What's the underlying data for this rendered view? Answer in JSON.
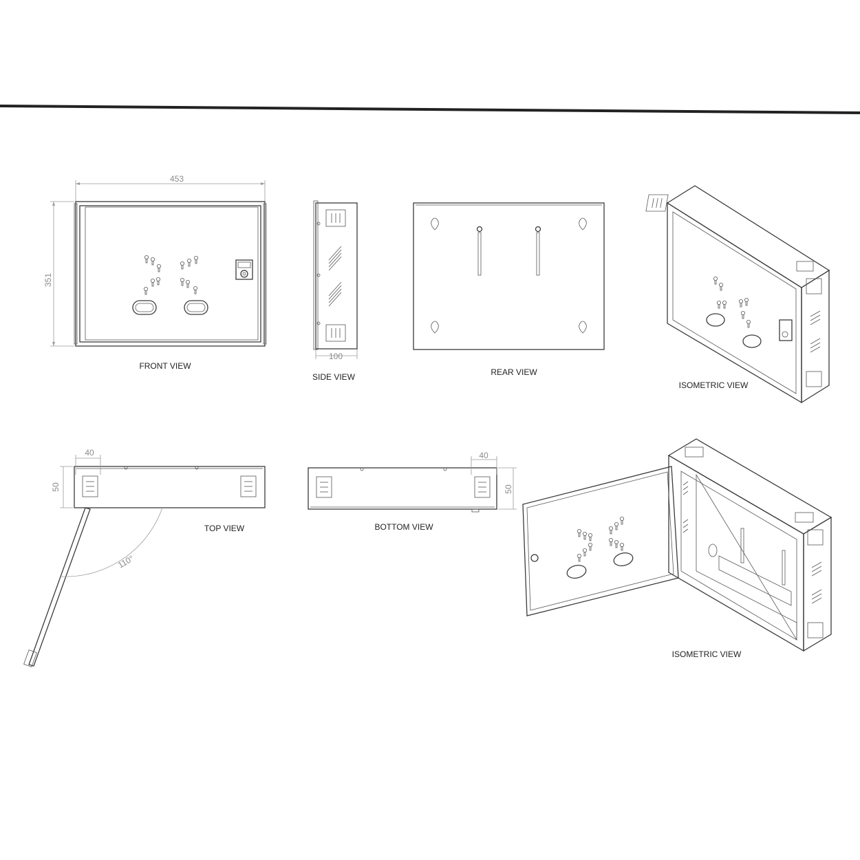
{
  "views": {
    "front": "FRONT VIEW",
    "side": "SIDE VIEW",
    "rear": "REAR VIEW",
    "iso_closed": "ISOMETRIC VIEW",
    "top": "TOP VIEW",
    "bottom": "BOTTOM VIEW",
    "iso_open": "ISOMETRIC VIEW"
  },
  "dimensions": {
    "front_width": "453",
    "front_height": "351",
    "side_depth": "100",
    "top_tab_width": "40",
    "top_tab_depth": "50",
    "bottom_tab_width": "40",
    "bottom_tab_depth": "50",
    "door_angle": "110°"
  }
}
